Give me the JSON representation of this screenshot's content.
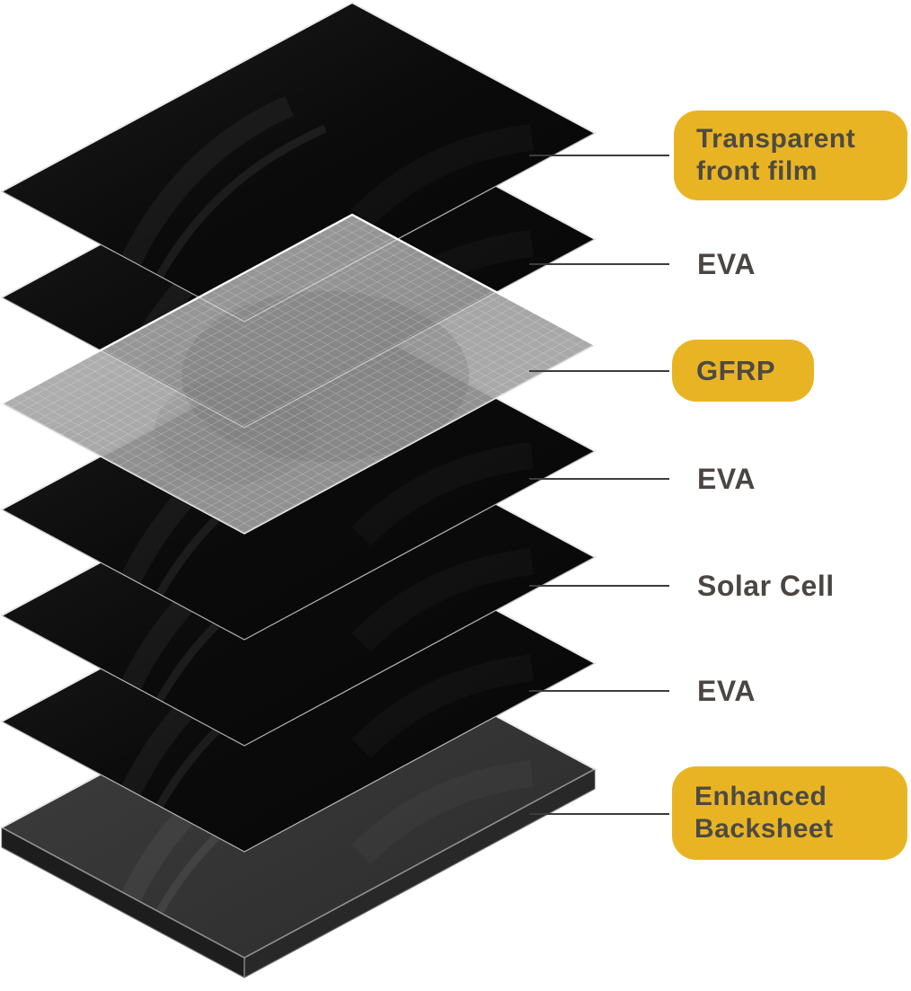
{
  "figure": {
    "kind": "exploded-layer-stack-diagram",
    "layer_count": 7
  },
  "layers": [
    {
      "id": "transparent-front-film",
      "name": "Transparent front film",
      "label": "Transparent\nfront film",
      "badge": true,
      "appearance": "dark-film"
    },
    {
      "id": "eva-top",
      "name": "EVA",
      "label": "EVA",
      "badge": false,
      "appearance": "dark-film"
    },
    {
      "id": "gfrp",
      "name": "GFRP",
      "label": "GFRP",
      "badge": true,
      "appearance": "gray-grid-sheet"
    },
    {
      "id": "eva-upper",
      "name": "EVA",
      "label": "EVA",
      "badge": false,
      "appearance": "dark-film"
    },
    {
      "id": "solar-cell",
      "name": "Solar Cell",
      "label": "Solar Cell",
      "badge": false,
      "appearance": "dark-film"
    },
    {
      "id": "eva-lower",
      "name": "EVA",
      "label": "EVA",
      "badge": false,
      "appearance": "dark-film"
    },
    {
      "id": "enhanced-backsheet",
      "name": "Enhanced Backsheet",
      "label": "Enhanced\nBacksheet",
      "badge": true,
      "appearance": "thick-dark-slab"
    }
  ],
  "colors": {
    "background": "#FFFFFF",
    "badge_bg": "#E9B424",
    "badge_text": "#4D4A42",
    "label_text": "#4A4643",
    "leader_line": "#3C3C3C",
    "sheet_dark_light": "#1C1C1C",
    "sheet_dark": "#0B0B0B",
    "sheet_edge": "#B8B8B8",
    "sheet_edge_bright": "#EDEDED",
    "gfrp_fill_light": "#B0B0B0",
    "gfrp_fill": "#9C9C9C",
    "gfrp_grid": "#FFFFFF",
    "slab_top_light": "#3F3F3F",
    "slab_top": "#2B2B2B",
    "slab_side_left": "#1D1D1D",
    "slab_side_right": "#282828",
    "slab_edge": "#8F8F8F"
  }
}
